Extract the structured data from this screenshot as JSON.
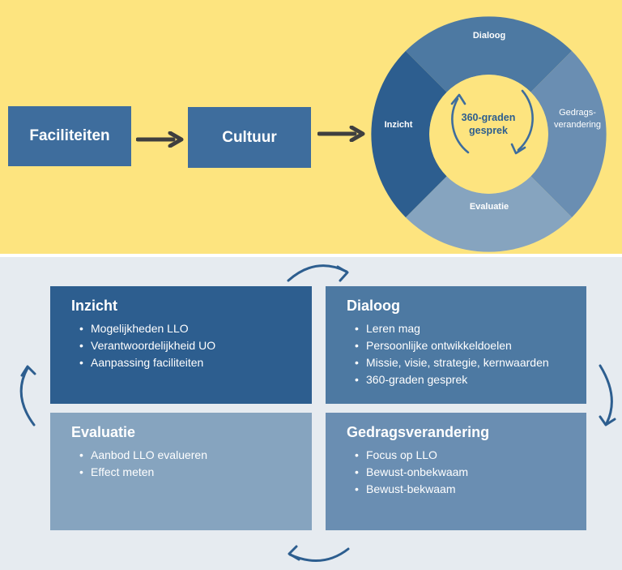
{
  "top_flow": {
    "box1": "Faciliteiten",
    "box2": "Cultuur"
  },
  "cycle": {
    "center": [
      "360-graden",
      "gesprek"
    ],
    "segments": {
      "top": "Dialoog",
      "right": [
        "Gedrags-",
        "verandering"
      ],
      "bottom": "Evaluatie",
      "left": "Inzicht"
    }
  },
  "quadrants": [
    {
      "title": "Inzicht",
      "items": [
        "Mogelijkheden LLO",
        "Verantwoordelijkheid UO",
        "Aanpassing faciliteiten"
      ]
    },
    {
      "title": "Dialoog",
      "items": [
        "Leren mag",
        "Persoonlijke ontwikkeldoelen",
        "Missie, visie, strategie, kernwaarden",
        "360-graden gesprek"
      ]
    },
    {
      "title": "Evaluatie",
      "items": [
        "Aanbod LLO evalueren",
        "Effect meten"
      ]
    },
    {
      "title": "Gedragsverandering",
      "items": [
        "Focus op LLO",
        "Bewust-onbekwaam",
        "Bewust-bekwaam"
      ]
    }
  ],
  "colors": {
    "top_background": "#fde47f",
    "bottom_background": "#e6ebf0",
    "primary_blue": "#3e6d9d",
    "arrow_dark": "#3f3f3f",
    "loop_arrow": "#2d5e8f"
  }
}
